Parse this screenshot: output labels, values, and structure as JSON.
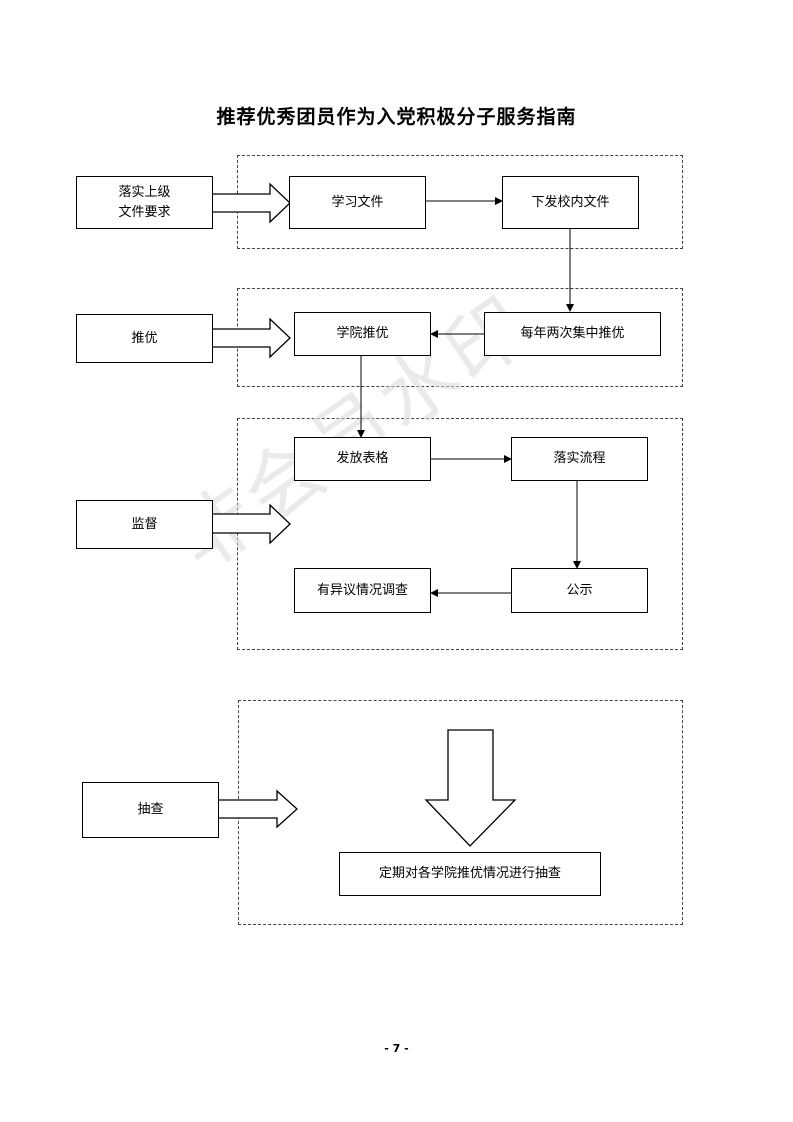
{
  "title": "推荐优秀团员作为入党积极分子服务指南",
  "watermark": "非会员水印",
  "page_number": "- 7 -",
  "steps": {
    "implement_line1": "落实上级",
    "implement_line2": "文件要求",
    "study_docs": "学习文件",
    "issue_docs": "下发校内文件",
    "recommend": "推优",
    "college_recommend": "学院推优",
    "annual_recommend": "每年两次集中推优",
    "supervise": "监督",
    "distribute_forms": "发放表格",
    "implement_process": "落实流程",
    "objection_review": "有异议情况调查",
    "publicity": "公示",
    "spot_check": "抽查",
    "periodic_check": "定期对各学院推优情况进行抽查"
  }
}
